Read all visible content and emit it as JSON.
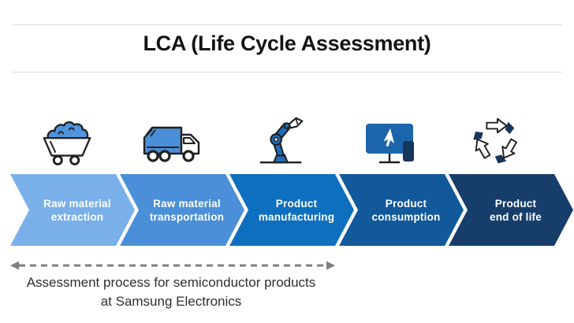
{
  "title": "LCA (Life Cycle Assessment)",
  "stages": [
    {
      "label_line1": "Raw material",
      "label_line2": "extraction",
      "color": "#7ab0ea",
      "icon": "mine-cart-icon"
    },
    {
      "label_line1": "Raw material",
      "label_line2": "transportation",
      "color": "#4a8fd8",
      "icon": "truck-icon"
    },
    {
      "label_line1": "Product",
      "label_line2": "manufacturing",
      "color": "#0e6fbf",
      "icon": "robot-arm-icon"
    },
    {
      "label_line1": "Product",
      "label_line2": "consumption",
      "color": "#12599c",
      "icon": "monitor-cursor-icon"
    },
    {
      "label_line1": "Product",
      "label_line2": "end of life",
      "color": "#173e6b",
      "icon": "recycle-icon"
    }
  ],
  "caption": {
    "line1": "Assessment process for semiconductor products",
    "line2": "at Samsung Electronics"
  },
  "colors": {
    "rule_gray": "#dcdcdc",
    "dashed_arrow_gray": "#7f7f7f",
    "icon_outline": "#212121",
    "icon_light_blue": "#4a8fd8",
    "icon_blue": "#1d65ab",
    "icon_navy": "#16365c",
    "title_text": "#141414",
    "caption_text": "#2e2e2e"
  }
}
